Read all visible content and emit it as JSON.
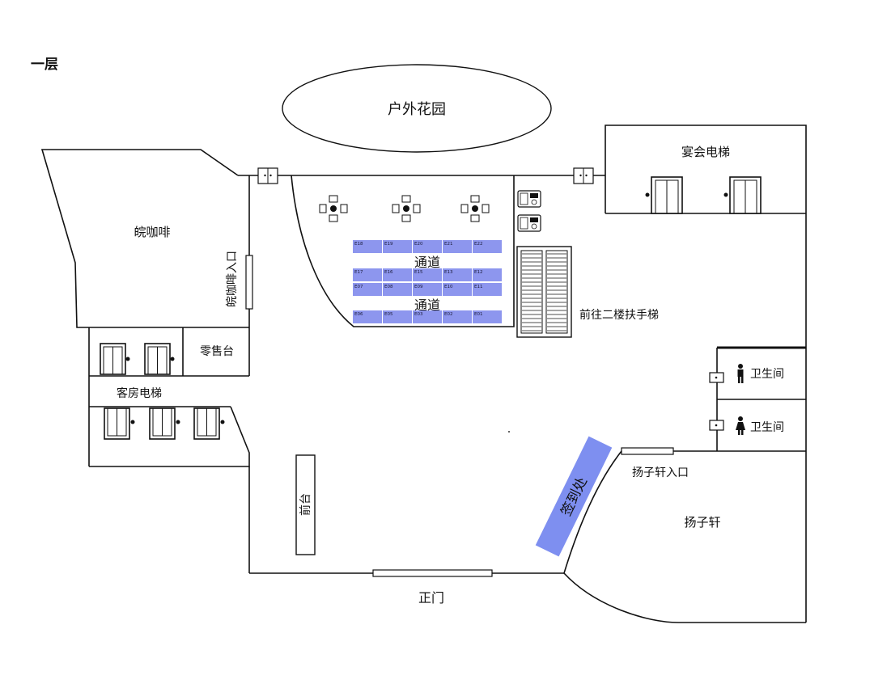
{
  "floor_title": "一层",
  "rooms": {
    "outdoor_garden": "户外花园",
    "banquet_elevator": "宴会电梯",
    "coffee_shop": "皖咖啡",
    "coffee_entrance": "皖咖啡入口",
    "retail_counter": "零售台",
    "guest_elevator": "客房电梯",
    "escalator_to_2f": "前往二楼扶手梯",
    "restroom_men": "卫生间",
    "restroom_women": "卫生间",
    "yangzixuan_entrance": "扬子轩入口",
    "yangzixuan": "扬子轩",
    "front_desk": "前台",
    "checkin": "签到处",
    "main_gate": "正门",
    "aisle_1": "通道",
    "aisle_2": "通道"
  },
  "booths": {
    "row1": [
      "E18",
      "E19",
      "E20",
      "E21",
      "E22"
    ],
    "row2": [
      "E17",
      "E16",
      "E15",
      "E13",
      "E12"
    ],
    "row3": [
      "E07",
      "E08",
      "E09",
      "E10",
      "E11"
    ],
    "row4": [
      "E06",
      "E05",
      "E03",
      "E02",
      "E01"
    ]
  },
  "colors": {
    "booth": "#8d96ee",
    "checkin": "#7e8ff0",
    "wall": "#111111"
  },
  "icons": {
    "atm": "atm-icon",
    "lounge": "lounge-seating-icon",
    "elevator": "elevator-door-icon",
    "escalator": "escalator-icon",
    "men": "man-icon",
    "women": "woman-icon",
    "door": "double-door-icon"
  }
}
